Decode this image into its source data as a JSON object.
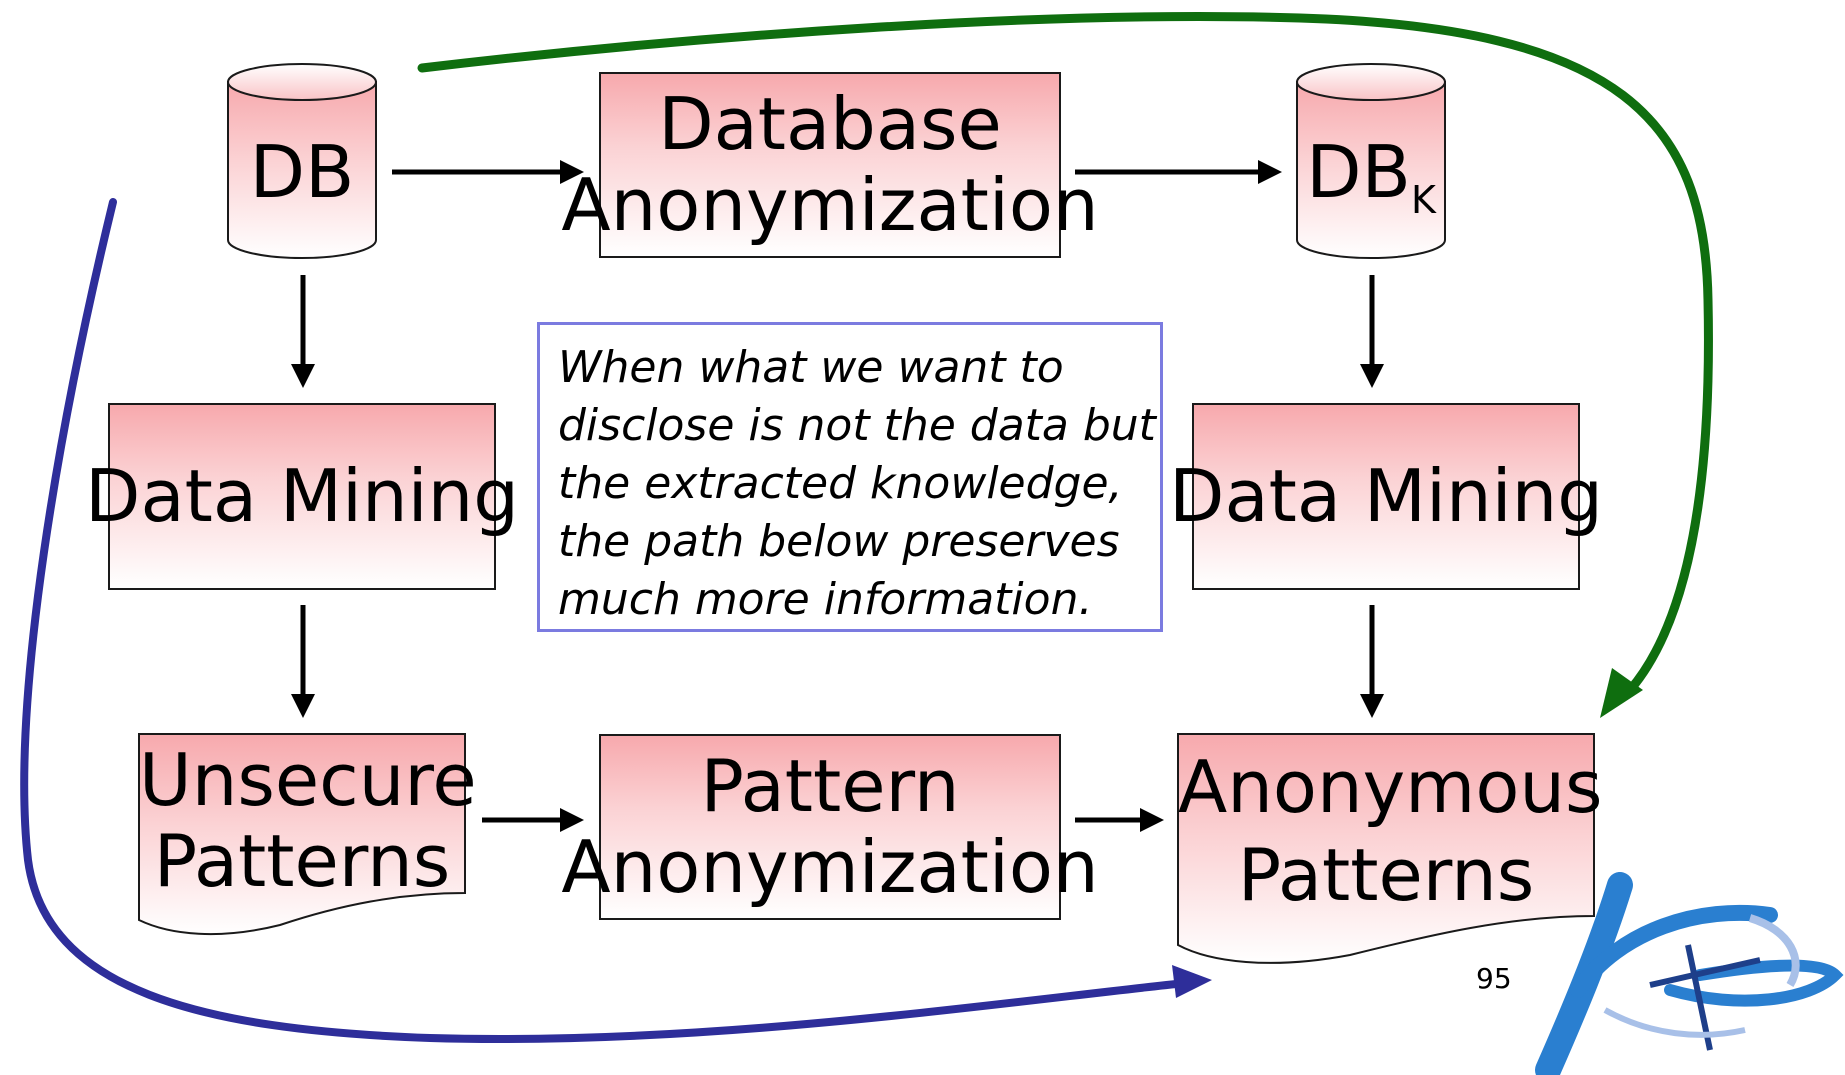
{
  "db_source": {
    "label": "DB"
  },
  "db_k": {
    "label": "DB",
    "subscript": "K"
  },
  "db_anonymization": {
    "line1": "Database",
    "line2": "Anonymization"
  },
  "data_mining_left": {
    "label": "Data Mining"
  },
  "data_mining_right": {
    "label": "Data Mining"
  },
  "unsecure_patterns": {
    "line1": "Unsecure",
    "line2": "Patterns"
  },
  "pattern_anonymization": {
    "line1": "Pattern",
    "line2": "Anonymization"
  },
  "anonymous_patterns": {
    "line1": "Anonymous",
    "line2": "Patterns"
  },
  "note": {
    "lines": [
      "When what we want to",
      "disclose is not the data but",
      "the extracted knowledge,",
      "the path below preserves",
      "much more information."
    ]
  },
  "page_number": "95",
  "colors": {
    "box_top": "#f7a9ad",
    "green_path": "#0f6e0f",
    "blue_path": "#2e2e9a",
    "note_border": "#7b7be0",
    "logo_blue": "#2a7fd0"
  },
  "logo": {
    "name": "kdd-lab-logo"
  }
}
